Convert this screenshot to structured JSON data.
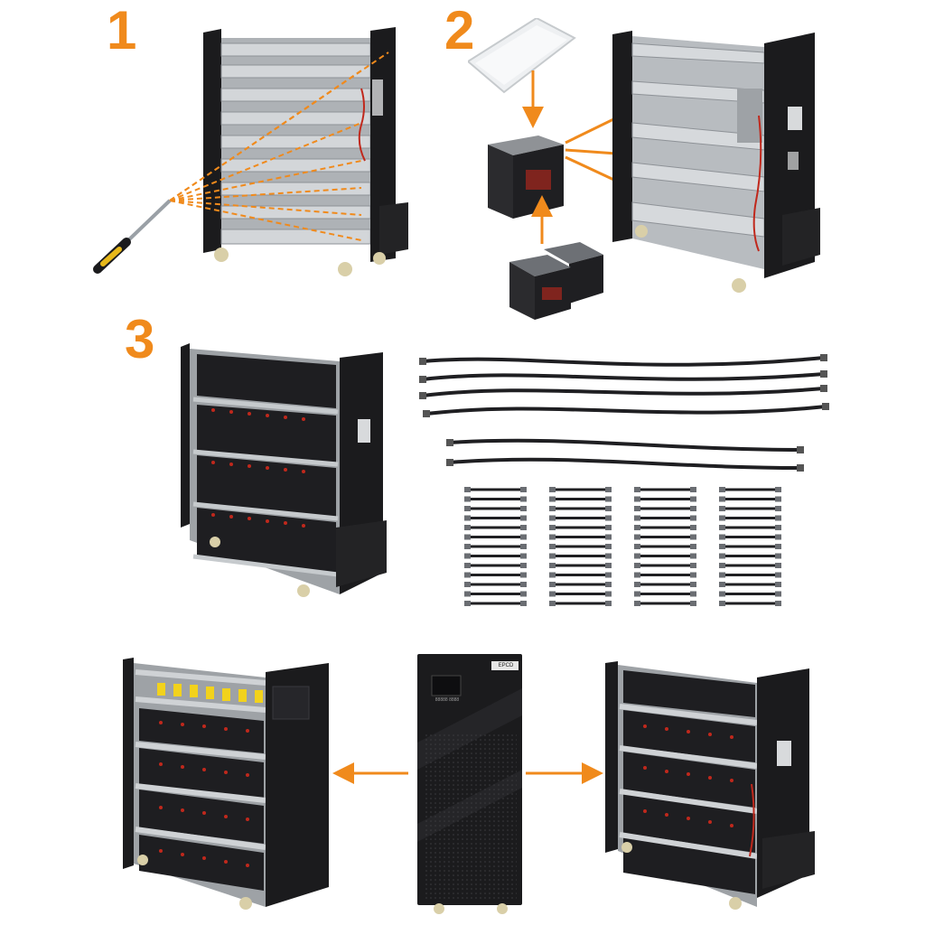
{
  "steps": {
    "one": "1",
    "two": "2",
    "three": "3"
  },
  "ups": {
    "brand": "EPCD",
    "panel_text": "88888 8888"
  },
  "colors": {
    "accent": "#f08a1c",
    "cabinet": "#1b1b1d",
    "metal": "#c9ccd0",
    "metal_dark": "#8e9297",
    "battery": "#2b2b2e",
    "battery_terminal": "#c0281c",
    "label_yellow": "#f2d21c",
    "wheel": "#d9cfa8"
  },
  "icons": [
    "screwdriver-icon",
    "battery-icon",
    "battery-pair-icon",
    "tray-lid-icon",
    "cable-icon",
    "short-cable-icon",
    "arrow-icon"
  ]
}
